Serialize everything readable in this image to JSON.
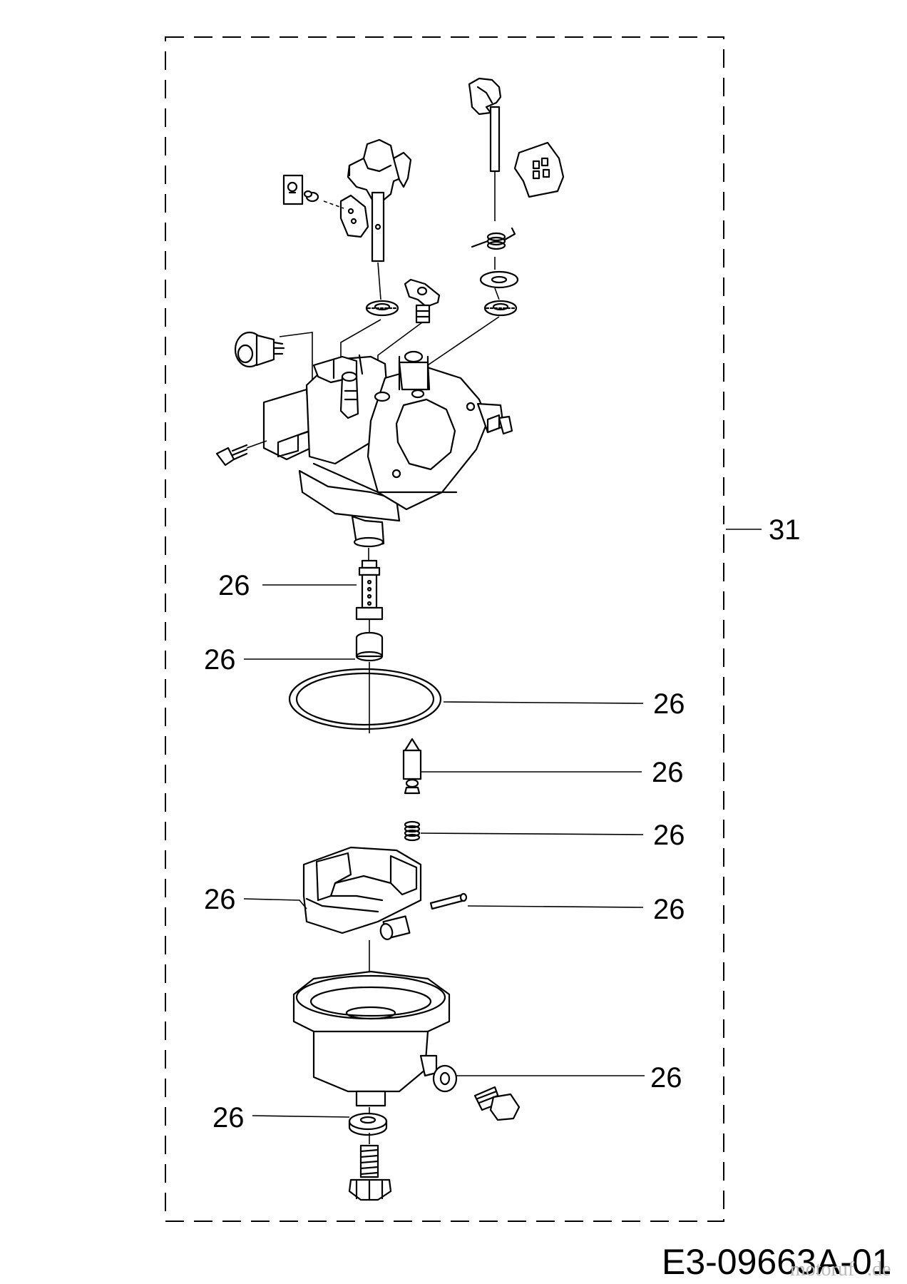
{
  "assembly_callout": "31",
  "part_callouts": [
    "26",
    "26",
    "26",
    "26",
    "26",
    "26",
    "26",
    "26"
  ],
  "drawing_code": "E3-09663A-01",
  "watermark": "motoruf",
  "watermark_suffix": ".de"
}
